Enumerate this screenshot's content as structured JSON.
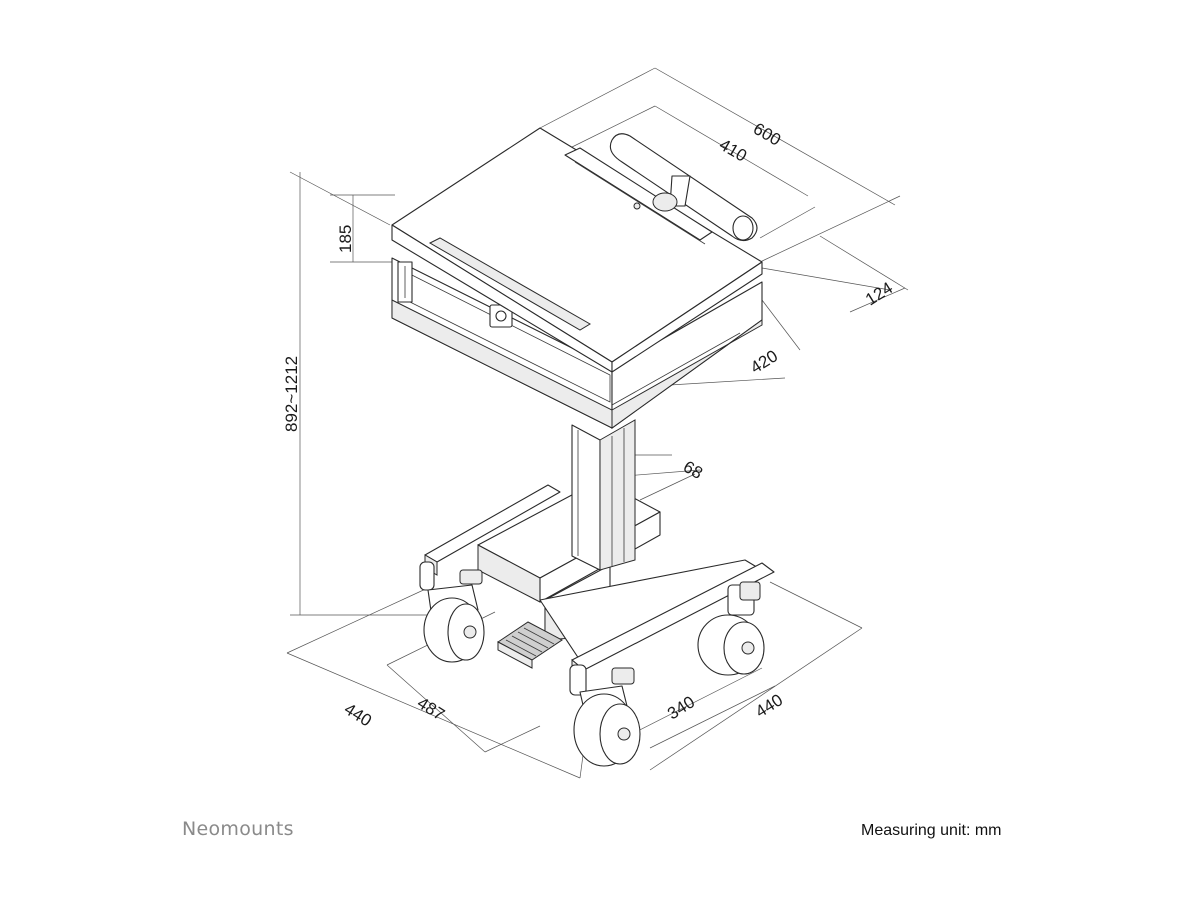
{
  "dimensions": {
    "top_width": "600",
    "handle_width": "410",
    "drawer_height": "124",
    "top_depth": "420",
    "column_width": "68",
    "top_height": "185",
    "height_range": "892~1212",
    "base_left_depth": "440",
    "base_inner_depth": "487",
    "base_inner_width": "340",
    "base_width": "440"
  },
  "footer": {
    "brand": "Neomounts",
    "unit_label": "Measuring unit: mm"
  }
}
